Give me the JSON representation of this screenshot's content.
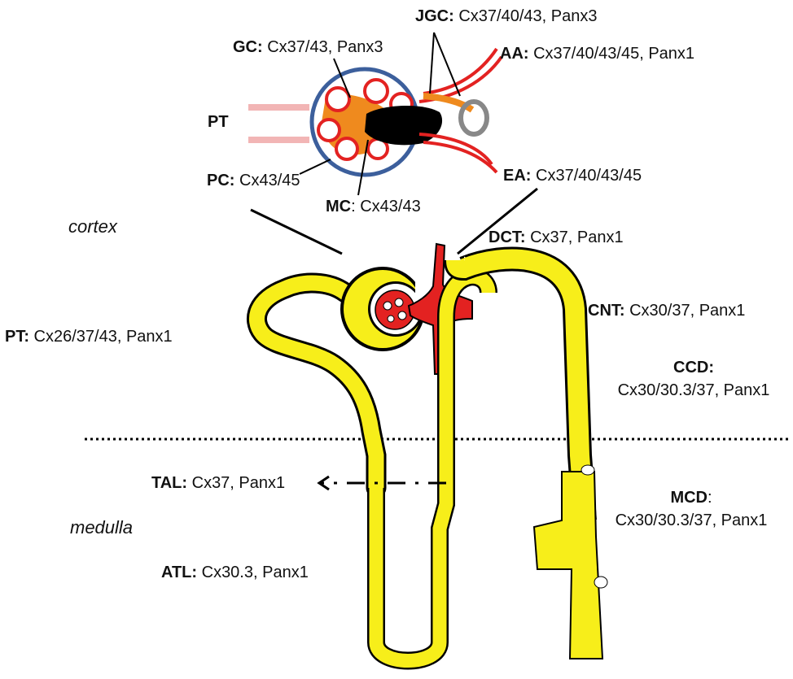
{
  "regions": {
    "cortex": "cortex",
    "medulla": "medulla"
  },
  "glomerulus": {
    "jgc": {
      "abbr": "JGC:",
      "text": " Cx37/40/43, Panx3"
    },
    "gc": {
      "abbr": "GC:",
      "text": " Cx37/43, Panx3"
    },
    "aa": {
      "abbr": "AA:",
      "text": " Cx37/40/43/45, Panx1"
    },
    "pt": {
      "abbr": "PT"
    },
    "pc": {
      "abbr": "PC:",
      "text": " Cx43/45"
    },
    "ea": {
      "abbr": "EA:",
      "text": " Cx37/40/43/45"
    },
    "mc": {
      "abbr": "MC",
      "text": ": Cx43/43"
    }
  },
  "nephron": {
    "dct": {
      "abbr": "DCT:",
      "text": " Cx37, Panx1"
    },
    "cnt": {
      "abbr": "CNT:",
      "text": " Cx30/37, Panx1"
    },
    "pt": {
      "abbr": "PT:",
      "text": " Cx26/37/43, Panx1"
    },
    "ccd": {
      "abbr": "CCD:",
      "text": "Cx30/30.3/37, Panx1"
    },
    "tal": {
      "abbr": "TAL:",
      "text": " Cx37, Panx1"
    },
    "mcd": {
      "abbr": "MCD",
      "colon": ":",
      "text": "Cx30/30.3/37, Panx1"
    },
    "atl": {
      "abbr": "ATL:",
      "text": " Cx30.3, Panx1"
    }
  },
  "colors": {
    "tubule": "#f7ee1a",
    "vessel": "#e32221",
    "capsule": "#3c5f9c",
    "mesangial": "#ef8a1e",
    "outline": "#000000"
  }
}
